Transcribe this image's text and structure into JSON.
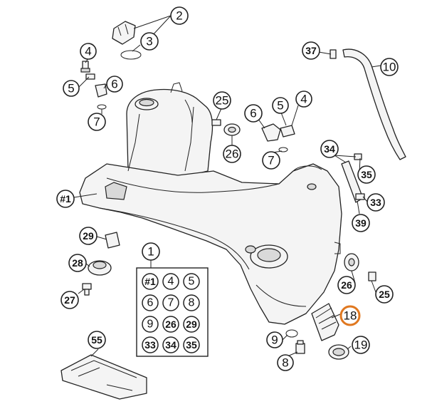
{
  "diagram": {
    "highlight_color": "#e07820",
    "highlighted_part": "18",
    "callouts": [
      {
        "id": "c2",
        "label": "2"
      },
      {
        "id": "c3",
        "label": "3"
      },
      {
        "id": "c4a",
        "label": "4"
      },
      {
        "id": "c5a",
        "label": "5"
      },
      {
        "id": "c6a",
        "label": "6"
      },
      {
        "id": "c7a",
        "label": "7"
      },
      {
        "id": "c37",
        "label": "37"
      },
      {
        "id": "c10",
        "label": "10"
      },
      {
        "id": "c25a",
        "label": "25"
      },
      {
        "id": "c26a",
        "label": "26"
      },
      {
        "id": "c6b",
        "label": "6"
      },
      {
        "id": "c5b",
        "label": "5"
      },
      {
        "id": "c4b",
        "label": "4"
      },
      {
        "id": "c7b",
        "label": "7"
      },
      {
        "id": "c34",
        "label": "34"
      },
      {
        "id": "c35",
        "label": "35"
      },
      {
        "id": "c33",
        "label": "33"
      },
      {
        "id": "c39",
        "label": "39"
      },
      {
        "id": "c1tank",
        "label": "#1"
      },
      {
        "id": "c29",
        "label": "29"
      },
      {
        "id": "c28",
        "label": "28"
      },
      {
        "id": "c27",
        "label": "27"
      },
      {
        "id": "c1",
        "label": "1"
      },
      {
        "id": "c26b",
        "label": "26"
      },
      {
        "id": "c25b",
        "label": "25"
      },
      {
        "id": "c18",
        "label": "18"
      },
      {
        "id": "c9",
        "label": "9"
      },
      {
        "id": "c19",
        "label": "19"
      },
      {
        "id": "c8",
        "label": "8"
      },
      {
        "id": "c55",
        "label": "55"
      }
    ],
    "kit_contents": [
      "#1",
      "4",
      "5",
      "6",
      "7",
      "8",
      "9",
      "26",
      "29",
      "33",
      "34",
      "35"
    ]
  }
}
